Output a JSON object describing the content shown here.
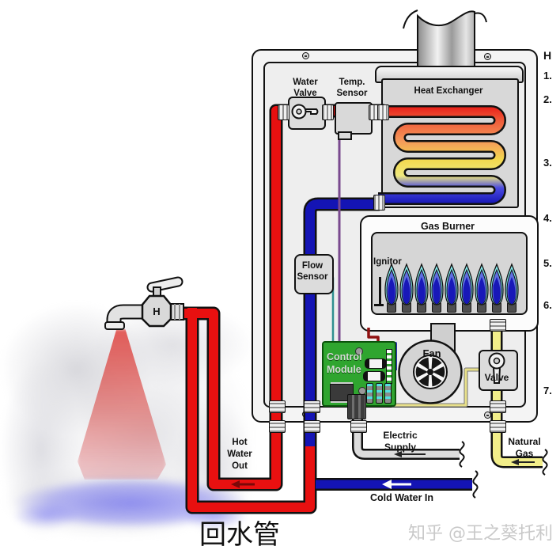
{
  "side": {
    "header": "H",
    "items": [
      "1.",
      "2.",
      "3.",
      "4.",
      "5.",
      "6.",
      "7."
    ]
  },
  "unit": {
    "water_valve": "Water\nValve",
    "temp_sensor": "Temp.\nSensor",
    "heat_exchanger": "Heat Exchanger",
    "gas_burner": "Gas Burner",
    "ignitor": "Ignitor",
    "flow_sensor": "Flow\nSensor",
    "control_module": "Control\nModule",
    "fan": "Fan",
    "valve": "Valve"
  },
  "external": {
    "hot_water_out": "Hot\nWater\nOut",
    "electric_supply": "Electric\nSupply",
    "natural_gas": "Natural\nGas",
    "cold_water_in": "Cold Water In",
    "faucet_label": "H"
  },
  "caption": "回水管",
  "watermark": "知乎 @王之葵托利",
  "colors": {
    "hot": "#e81010",
    "cold": "#1414b4",
    "gas": "#f2ee8a",
    "electric": "#dcdcdc",
    "pcb": "#2fa52f",
    "flame_tip": "#86eef0",
    "flame_mid": "#5f6fe0",
    "flame_core": "#1818b8"
  }
}
